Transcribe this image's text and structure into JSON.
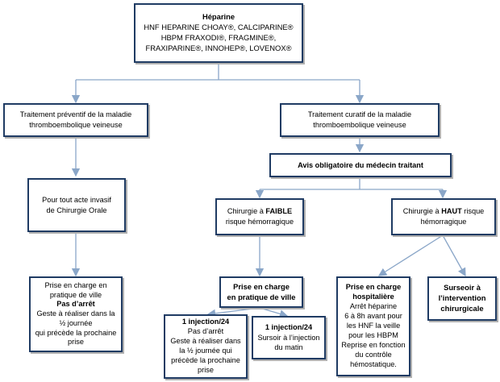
{
  "heparine": {
    "title": "Héparine",
    "line1": "HNF HEPARINE CHOAY®, CALCIPARINE®",
    "line2": "HBPM FRAXODI®, FRAGMINE®,",
    "line3": "FRAXIPARINE®, INNOHEP®, LOVENOX®"
  },
  "preventif": {
    "line1": "Traitement préventif de la maladie",
    "line2": "thromboembolique veineuse"
  },
  "curatif": {
    "line1": "Traitement curatif de la maladie",
    "line2": "thromboembolique veineuse"
  },
  "avis": {
    "text": "Avis obligatoire du médecin traitant"
  },
  "acte": {
    "line1": "Pour tout acte invasif",
    "line2": "de Chirurgie Orale"
  },
  "faible": {
    "prefix": "Chirurgie à ",
    "bold": "FAIBLE",
    "line2": "risque hémorragique"
  },
  "haut": {
    "prefix": "Chirurgie à ",
    "bold": "HAUT",
    "suffix": " risque",
    "line2": "hémorragique"
  },
  "prise_ville_left": {
    "line1": "Prise en charge en",
    "line2": "pratique de ville",
    "line3": "Pas d’arrêt",
    "line4": "Geste à réaliser dans la",
    "line5": "½ journée",
    "line6": "qui précède la prochaine",
    "line7": "prise"
  },
  "prise_ville_mid": {
    "line1": "Prise en charge",
    "line2": "en pratique de ville"
  },
  "prise_hosp": {
    "line1": "Prise en charge",
    "line2": "hospitalière",
    "line3": "Arrêt héparine",
    "line4": "6 à 8h avant pour",
    "line5": "les HNF la veille",
    "line6": "pour les HBPM",
    "line7": "Reprise en fonction",
    "line8": "du contrôle",
    "line9": "hémostatique."
  },
  "sursoir": {
    "line1": "Surseoir à",
    "line2": "l’intervention",
    "line3": "chirurgicale"
  },
  "inj_a": {
    "line1": "1 injection/24",
    "line2": "Pas d’arrêt",
    "line3": "Geste à réaliser dans",
    "line4": "la ½ journée qui",
    "line5": "précède la prochaine",
    "line6": "prise"
  },
  "inj_b": {
    "line1": "1 injection/24",
    "line2": "Sursoir à l’injection",
    "line3": "du matin"
  }
}
